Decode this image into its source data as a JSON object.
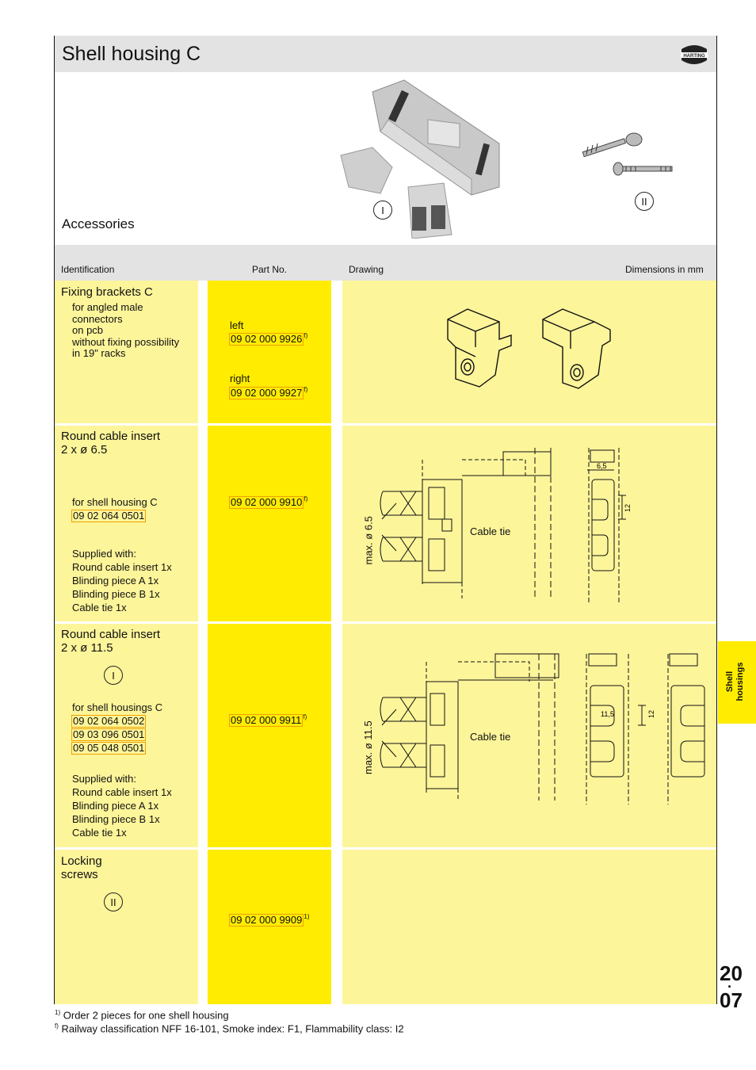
{
  "header": {
    "title": "Shell housing C",
    "brand": "HARTING"
  },
  "intro": {
    "label": "Accessories",
    "markers": [
      "I",
      "II"
    ]
  },
  "columns": {
    "identification": "Identification",
    "part_no": "Part No.",
    "drawing": "Drawing",
    "dimensions": "Dimensions in mm"
  },
  "rows": {
    "fixing": {
      "title": "Fixing brackets C",
      "desc": [
        "for angled male",
        "connectors",
        "on pcb",
        "without fixing possibility",
        "in 19\" racks"
      ],
      "left_label": "left",
      "left_part": "09 02 000 9926",
      "left_sup": "f)",
      "right_label": "right",
      "right_part": "09 02 000 9927",
      "right_sup": "f)"
    },
    "insert65": {
      "title": "Round cable insert",
      "subtitle": "2 x ø 6.5",
      "for_label": "for shell housing C",
      "for_parts": [
        "09 02 064 0501"
      ],
      "supplied_title": "Supplied with:",
      "supplied": [
        "Round cable insert 1x",
        "Blinding piece A 1x",
        "Blinding piece B 1x",
        "Cable tie 1x"
      ],
      "part": "09 02 000 9910",
      "sup": "f)",
      "drawing_max": "max. ø 6.5",
      "drawing_tie": "Cable tie",
      "dim_a": "6,5",
      "dim_b": "12"
    },
    "insert115": {
      "title": "Round cable insert",
      "subtitle": "2 x ø 11.5",
      "marker": "I",
      "for_label": "for shell housings C",
      "for_parts": [
        "09 02 064 0502",
        "09 03 096 0501",
        "09 05 048 0501"
      ],
      "supplied_title": "Supplied with:",
      "supplied": [
        "Round cable insert 1x",
        "Blinding piece A 1x",
        "Blinding piece B 1x",
        "Cable tie 1x"
      ],
      "part": "09 02 000 9911",
      "sup": "f)",
      "drawing_max": "max. ø 11.5",
      "drawing_tie": "Cable tie",
      "dim_a": "11,5",
      "dim_b": "12"
    },
    "screws": {
      "title": "Locking",
      "title2": "screws",
      "marker": "II",
      "part": "09 02 000 9909",
      "sup": "1)"
    }
  },
  "side_tab": {
    "line1": "Shell",
    "line2": "housings"
  },
  "page": {
    "chapter": "20",
    "dot": "·",
    "num": "07"
  },
  "footnotes": [
    {
      "mark": "1)",
      "text": "Order 2 pieces for one shell housing"
    },
    {
      "mark": "f)",
      "text": "Railway classification NFF 16-101, Smoke index: F1, Flammability class: I2"
    }
  ],
  "colors": {
    "light_yellow": "#fdf59a",
    "strong_yellow": "#ffec00",
    "header_grey": "#e3e3e3",
    "part_border": "#f0a000"
  }
}
